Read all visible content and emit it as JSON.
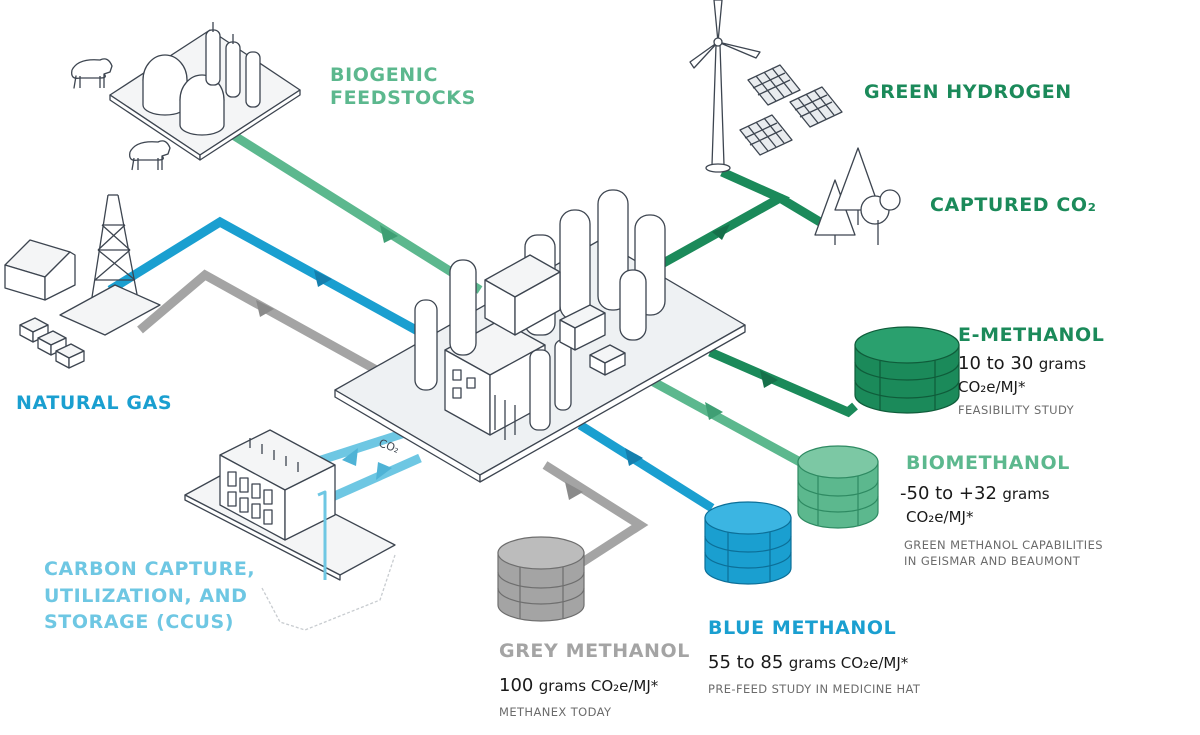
{
  "colors": {
    "biogenic": "#5cb88e",
    "green_hydrogen": "#1b8a5a",
    "natural_gas": "#1a9fd0",
    "grey": "#a4a4a4",
    "ccus": "#6ec7e3",
    "outline": "#3d4550"
  },
  "inputs": {
    "biogenic_line1": "BIOGENIC",
    "biogenic_line2": "FEEDSTOCKS",
    "green_hydrogen": "GREEN HYDROGEN",
    "captured_co2": "CAPTURED CO₂",
    "natural_gas": "NATURAL GAS",
    "ccus_line1": "CARBON CAPTURE,",
    "ccus_line2": "UTILIZATION, AND",
    "ccus_line3": "STORAGE (CCUS)",
    "co2_tag": "CO₂"
  },
  "products": {
    "e_methanol": {
      "name": "E-METHANOL",
      "value": "10 to 30",
      "unit": "grams",
      "unit2": "CO₂e/MJ*",
      "note": "FEASIBILITY STUDY"
    },
    "biomethanol": {
      "name": "BIOMETHANOL",
      "value": "-50 to +32",
      "unit": "grams",
      "unit2": "CO₂e/MJ*",
      "note_line1": "GREEN METHANOL CAPABILITIES",
      "note_line2": "IN GEISMAR AND BEAUMONT"
    },
    "blue_methanol": {
      "name": "BLUE METHANOL",
      "value": "55 to 85",
      "unit": "grams CO₂e/MJ*",
      "note": "PRE-FEED STUDY IN MEDICINE HAT"
    },
    "grey_methanol": {
      "name": "GREY METHANOL",
      "value": "100",
      "unit": "grams CO₂e/MJ*",
      "note": "METHANEX TODAY"
    }
  },
  "icons": [
    "cow-icon",
    "digester-icon",
    "wind-turbine-icon",
    "solar-panel-icon",
    "tree-icon",
    "drilling-rig-icon",
    "house-icon",
    "methanol-plant-icon",
    "storage-tank-icon",
    "capture-facility-icon",
    "flow-arrow-icon"
  ]
}
